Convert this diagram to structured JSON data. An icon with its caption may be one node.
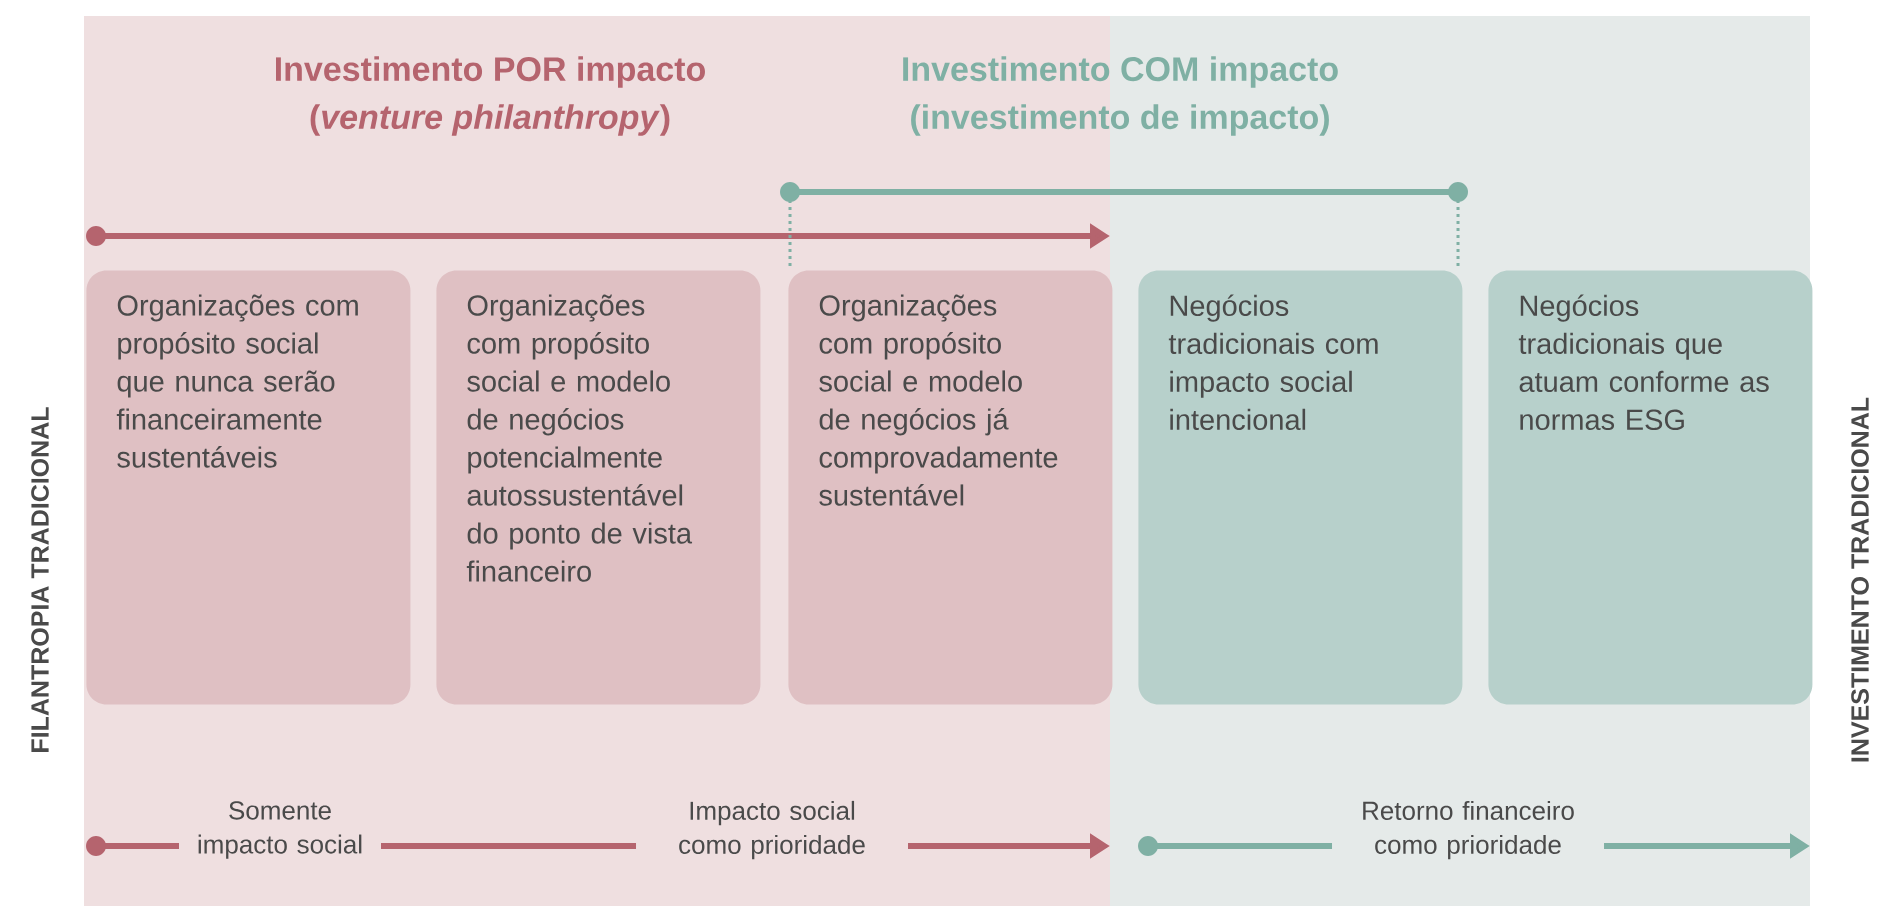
{
  "diagram": {
    "nodes": [
      {
        "text": [
          "Organizações com propósito social que nunca serão financeiramente sustentáveis"
        ]
      },
      {
        "text": [
          "Organizações com propósito social e modelo de negócios potencialmente autossustentável do ponto de vista financeiro"
        ]
      },
      {
        "text": [
          "Organizações com propósito social e modelo de negócios já comprovadamente sustentável"
        ]
      },
      {
        "text": [
          "Negócios tradicionais com impacto social intencional"
        ]
      },
      {
        "text": [
          "Negócios tradicionais que atuam conforme as normas ESG"
        ]
      }
    ],
    "edges": [],
    "labels": [
      "Investimento POR impacto",
      "(*venture philanthropy*)",
      "Investimento COM impacto",
      "(investimento de impacto)",
      "FILANTROPIA TRADICIONAL",
      "INVESTIMENTO TRADICIONAL",
      "Somente impacto social",
      "Impacto social como prioridade",
      "Retorno financeiro como prioridade"
    ]
  }
}
